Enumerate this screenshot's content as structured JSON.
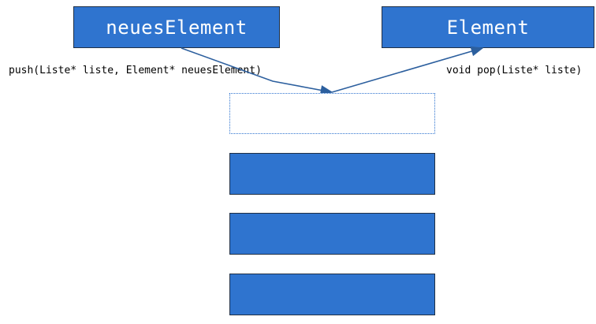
{
  "diagram": {
    "new_element_label": "neuesElement",
    "popped_element_label": "Element",
    "push_signature": "push(Liste* liste, Element* neuesElement)",
    "pop_signature": "void pop(Liste* liste)",
    "stack": {
      "empty_slot_count": 1,
      "filled_element_count": 3
    },
    "colors": {
      "element_fill": "#2f74cf",
      "element_border": "#1f2f45",
      "arrow": "#2c5f9e",
      "label_text": "#ffffff"
    }
  }
}
